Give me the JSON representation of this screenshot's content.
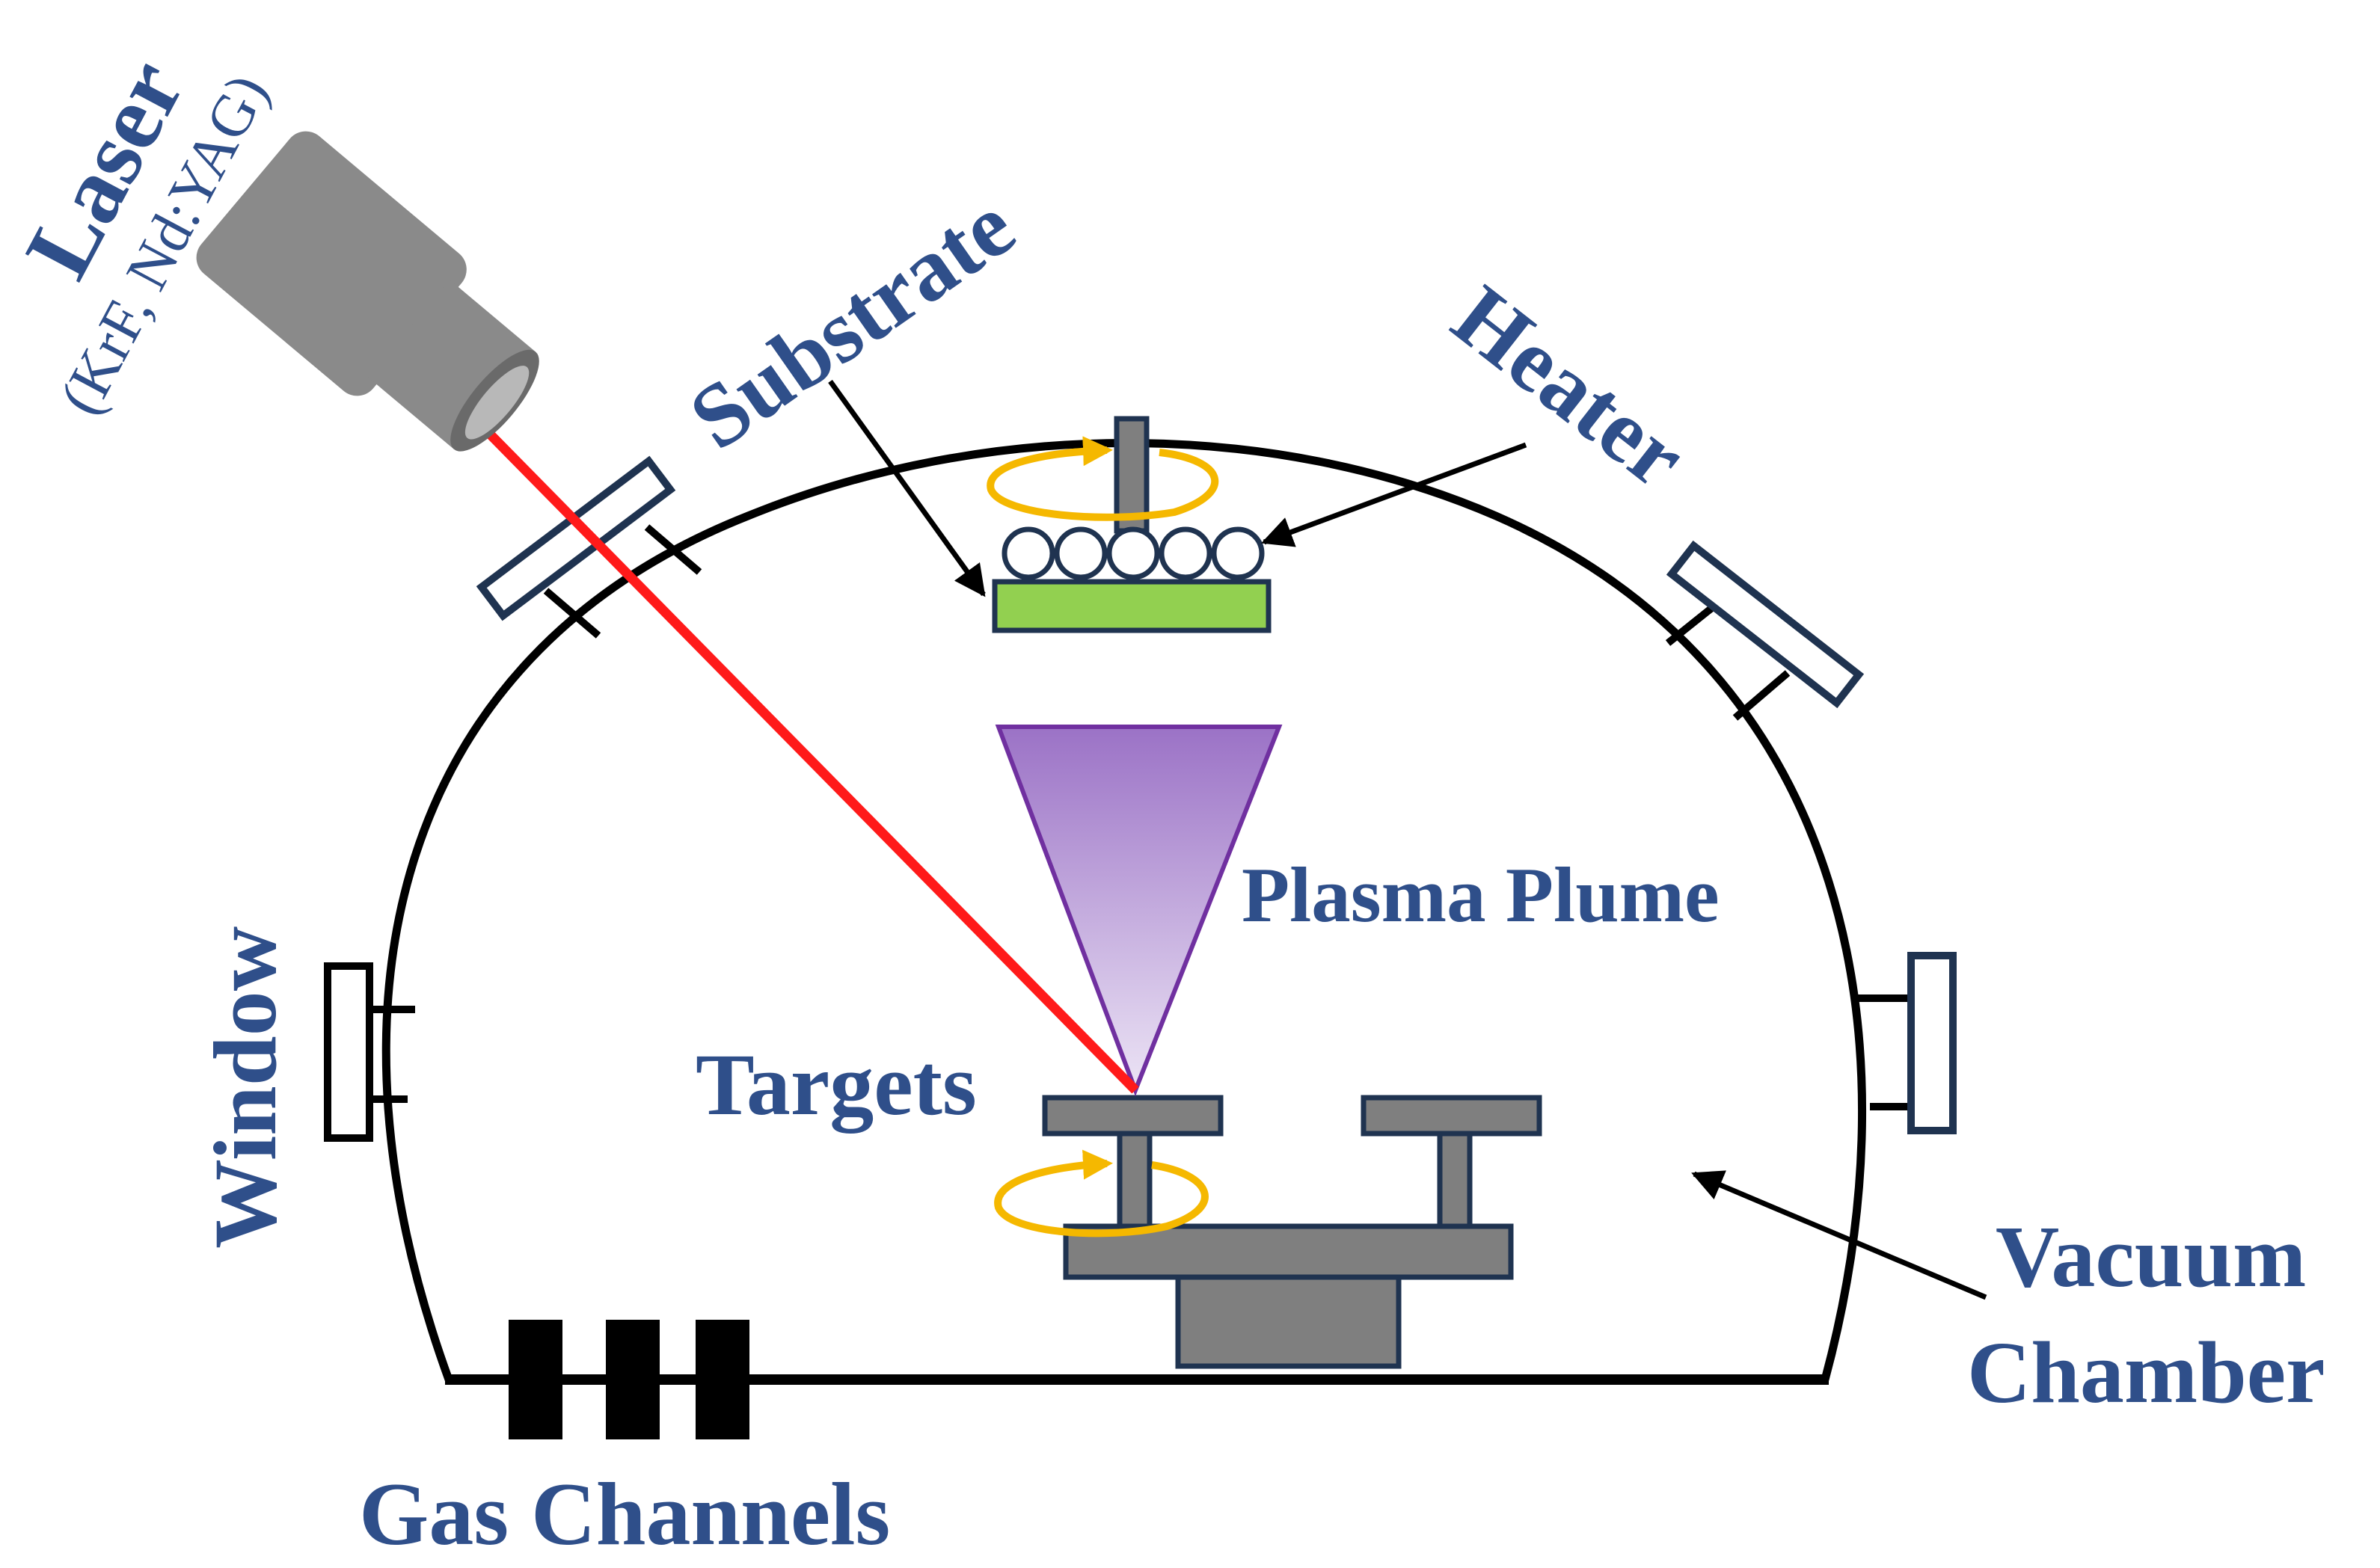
{
  "labels": {
    "laser": "Laser",
    "laser_sub": "(KrF, Nd:YAG)",
    "substrate": "Substrate",
    "heater": "Heater",
    "plasma_plume": "Plasma Plume",
    "targets": "Targets",
    "window": "Window",
    "vacuum": "Vacuum",
    "chamber": "Chamber",
    "gas_channels": "Gas Channels"
  },
  "colors": {
    "label_text": "#2f4f8a",
    "outline": "#000000",
    "laser_body": "#8a8a8a",
    "laser_beam": "#ff1a1a",
    "substrate": "#92d050",
    "rotation_arrow": "#f5b800",
    "stage": "#7f7f7f",
    "plume_top": "#9b72c6",
    "plume_bottom": "#ece4f5",
    "window_outline": "#1f3350"
  }
}
